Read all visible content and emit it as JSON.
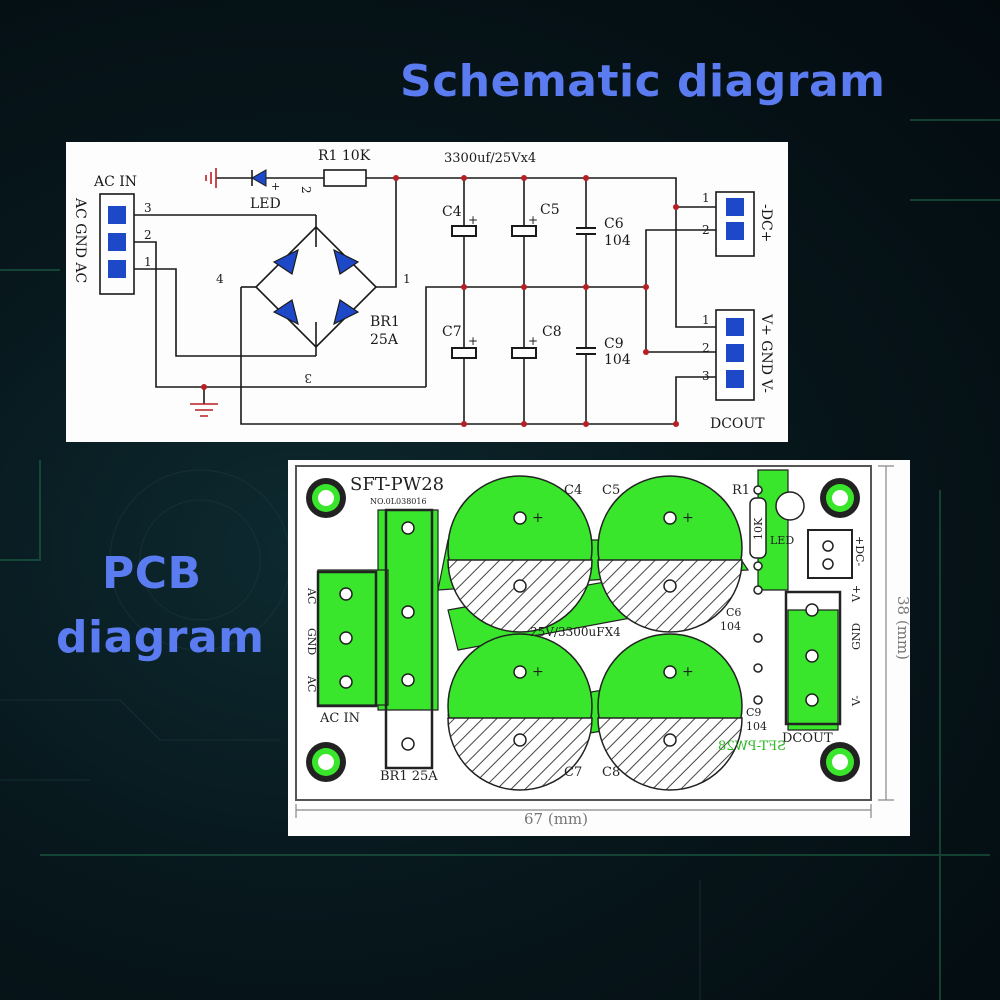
{
  "titles": {
    "schematic": "Schematic diagram",
    "pcb_line1": "PCB",
    "pcb_line2": "diagram"
  },
  "schematic": {
    "ac_in": "AC IN",
    "ac_side_label": "AC GND AC",
    "pin3": "3",
    "pin2": "2",
    "pin1": "1",
    "node4": "4",
    "node1": "1",
    "node3": "3",
    "node2": "2",
    "led": "LED",
    "plus": "+",
    "r1": "R1  10K",
    "cap_rating": "3300uf/25Vx4",
    "c4": "C4",
    "c5": "C5",
    "c6": "C6",
    "c6_val": "104",
    "c7": "C7",
    "c8": "C8",
    "c9": "C9",
    "c9_val": "104",
    "br1": "BR1",
    "br1_val": "25A",
    "dc_label": "-DC+",
    "dc_pin1": "1",
    "dc_pin2": "2",
    "dcout_side_label": "V+ GND V-",
    "dcout_pin1": "1",
    "dcout_pin2": "2",
    "dcout_pin3": "3",
    "dcout": "DCOUT"
  },
  "pcb": {
    "board_name": "SFT-PW28",
    "board_no": "NO.0L038016",
    "c4": "C4",
    "c5": "C5",
    "c7": "C7",
    "c8": "C8",
    "r1": "R1",
    "r1_val": "10K",
    "led": "LED",
    "dc_label": "+DC-",
    "c6": "C6",
    "c6_val": "104",
    "c9": "C9",
    "c9_val": "104",
    "cap_rating": "25V/3300uFX4",
    "ac_label": "AC",
    "gnd_label": "GND",
    "ac_label2": "AC",
    "ac_in": "AC IN",
    "br1": "BR1 25A",
    "vplus": "V+",
    "gnd2": "GND",
    "vminus": "V-",
    "dcout": "DCOUT",
    "mirror_name": "SFT-PW28",
    "width_dim": "67 (mm)",
    "height_dim": "38 (mm)",
    "plus": "+"
  },
  "colors": {
    "heading": "#5b7cf0",
    "copper": "#39e62b",
    "wire": "#1a1a1a",
    "junction": "#b81e24",
    "terminal": "#1d49c9"
  }
}
